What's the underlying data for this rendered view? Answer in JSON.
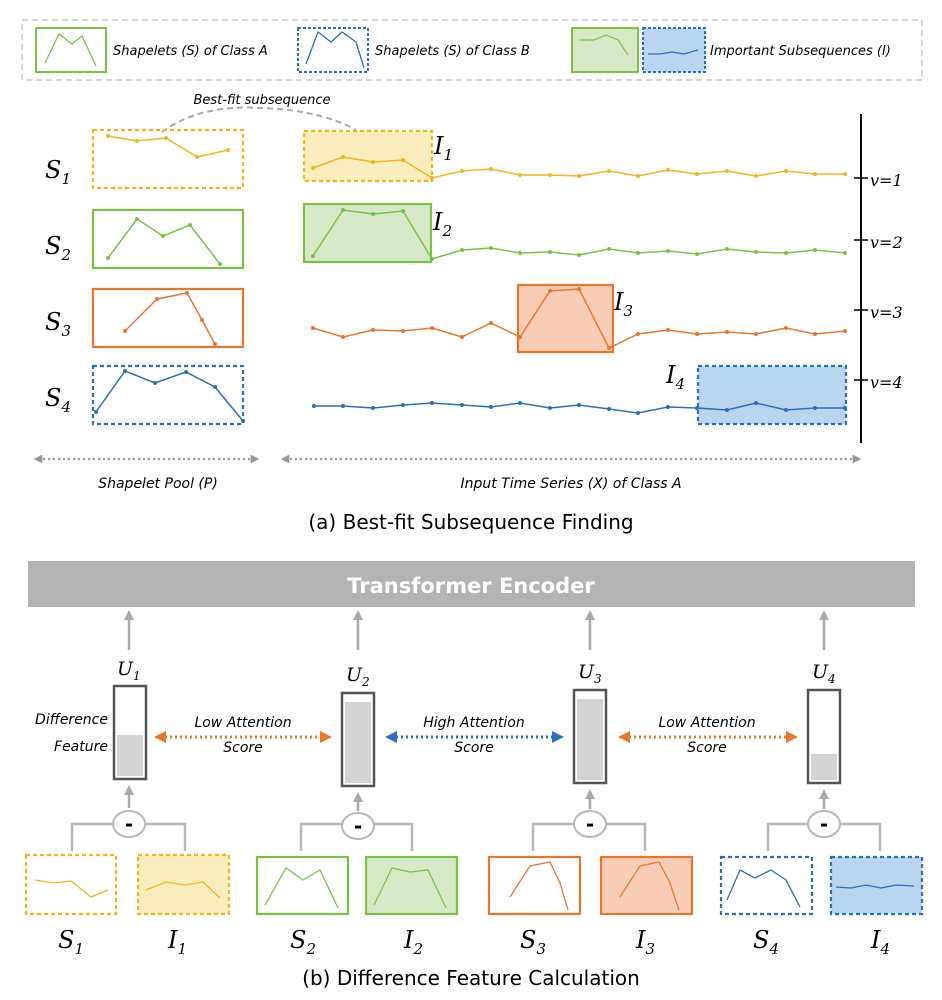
{
  "legend": {
    "class_a_label": "Shapelets (S) of Class A",
    "class_b_label": "Shapelets (S) of Class B",
    "important_label": "Important Subsequences (I)"
  },
  "part_a": {
    "best_fit_label": "Best-fit subsequence",
    "shapelet_names": [
      "S1",
      "S2",
      "S3",
      "S4"
    ],
    "subseq_names": [
      "I1",
      "I2",
      "I3",
      "I4"
    ],
    "v_labels": [
      "v=1",
      "v=2",
      "v=3",
      "v=4"
    ],
    "pool_label": "Shapelet Pool (P)",
    "input_label": "Input Time Series (X) of Class A",
    "caption": "(a) Best-fit Subsequence Finding"
  },
  "part_b": {
    "encoder_label": "Transformer Encoder",
    "u_names": [
      "U1",
      "U2",
      "U3",
      "U4"
    ],
    "diff_feature_label_1": "Difference",
    "diff_feature_label_2": "Feature",
    "attention": [
      {
        "line1": "Low Attention",
        "line2": "Score"
      },
      {
        "line1": "High Attention",
        "line2": "Score"
      },
      {
        "line1": "Low Attention",
        "line2": "Score"
      }
    ],
    "bar_fill_fractions": [
      0.47,
      0.93,
      0.93,
      0.3
    ],
    "minus_symbol": "-",
    "caption": "(b) Difference Feature Calculation"
  },
  "colors": {
    "yellow": "#f2b61c",
    "green": "#7cc242",
    "orange": "#e8762e",
    "blue": "#2a6fbd",
    "yellow_fill": "#fbeebe",
    "green_fill": "#d6e8c8",
    "orange_fill": "#f8cdb5",
    "blue_fill": "#bcd5ee",
    "encoder_bg": "#b4b4b4",
    "arrow_gray": "#a9a9a9",
    "low_attention": "#e8762e",
    "high_attention": "#2a6fbd"
  }
}
